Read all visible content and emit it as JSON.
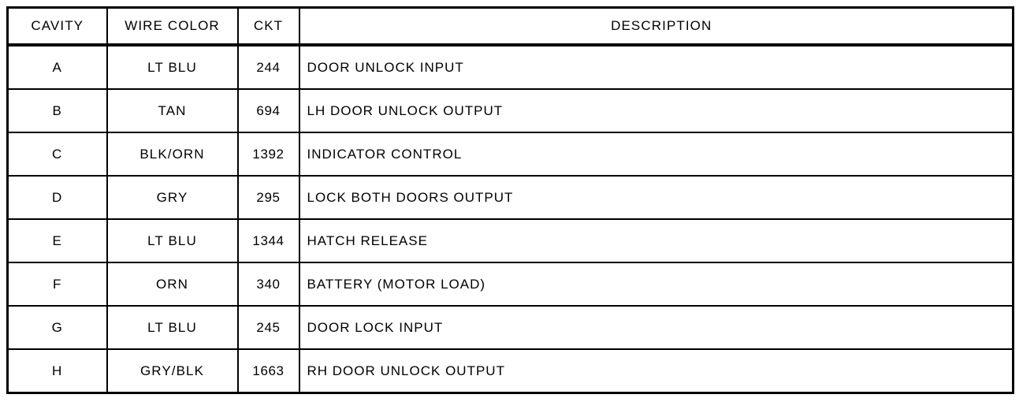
{
  "table": {
    "name": "connector-pinout-table",
    "columns": [
      {
        "key": "cavity",
        "label": "CAVITY"
      },
      {
        "key": "wire_color",
        "label": "WIRE COLOR"
      },
      {
        "key": "ckt",
        "label": "CKT"
      },
      {
        "key": "description",
        "label": "DESCRIPTION"
      }
    ],
    "rows": [
      {
        "cavity": "A",
        "wire_color": "LT BLU",
        "ckt": "244",
        "description": "DOOR UNLOCK INPUT"
      },
      {
        "cavity": "B",
        "wire_color": "TAN",
        "ckt": "694",
        "description": "LH DOOR UNLOCK OUTPUT"
      },
      {
        "cavity": "C",
        "wire_color": "BLK/ORN",
        "ckt": "1392",
        "description": "INDICATOR CONTROL"
      },
      {
        "cavity": "D",
        "wire_color": "GRY",
        "ckt": "295",
        "description": "LOCK BOTH DOORS OUTPUT"
      },
      {
        "cavity": "E",
        "wire_color": "LT BLU",
        "ckt": "1344",
        "description": "HATCH RELEASE"
      },
      {
        "cavity": "F",
        "wire_color": "ORN",
        "ckt": "340",
        "description": "BATTERY (MOTOR LOAD)"
      },
      {
        "cavity": "G",
        "wire_color": "LT BLU",
        "ckt": "245",
        "description": "DOOR LOCK INPUT"
      },
      {
        "cavity": "H",
        "wire_color": "GRY/BLK",
        "ckt": "1663",
        "description": "RH DOOR UNLOCK OUTPUT"
      }
    ]
  },
  "colors": {
    "ink": "#000000",
    "paper": "#ffffff"
  }
}
